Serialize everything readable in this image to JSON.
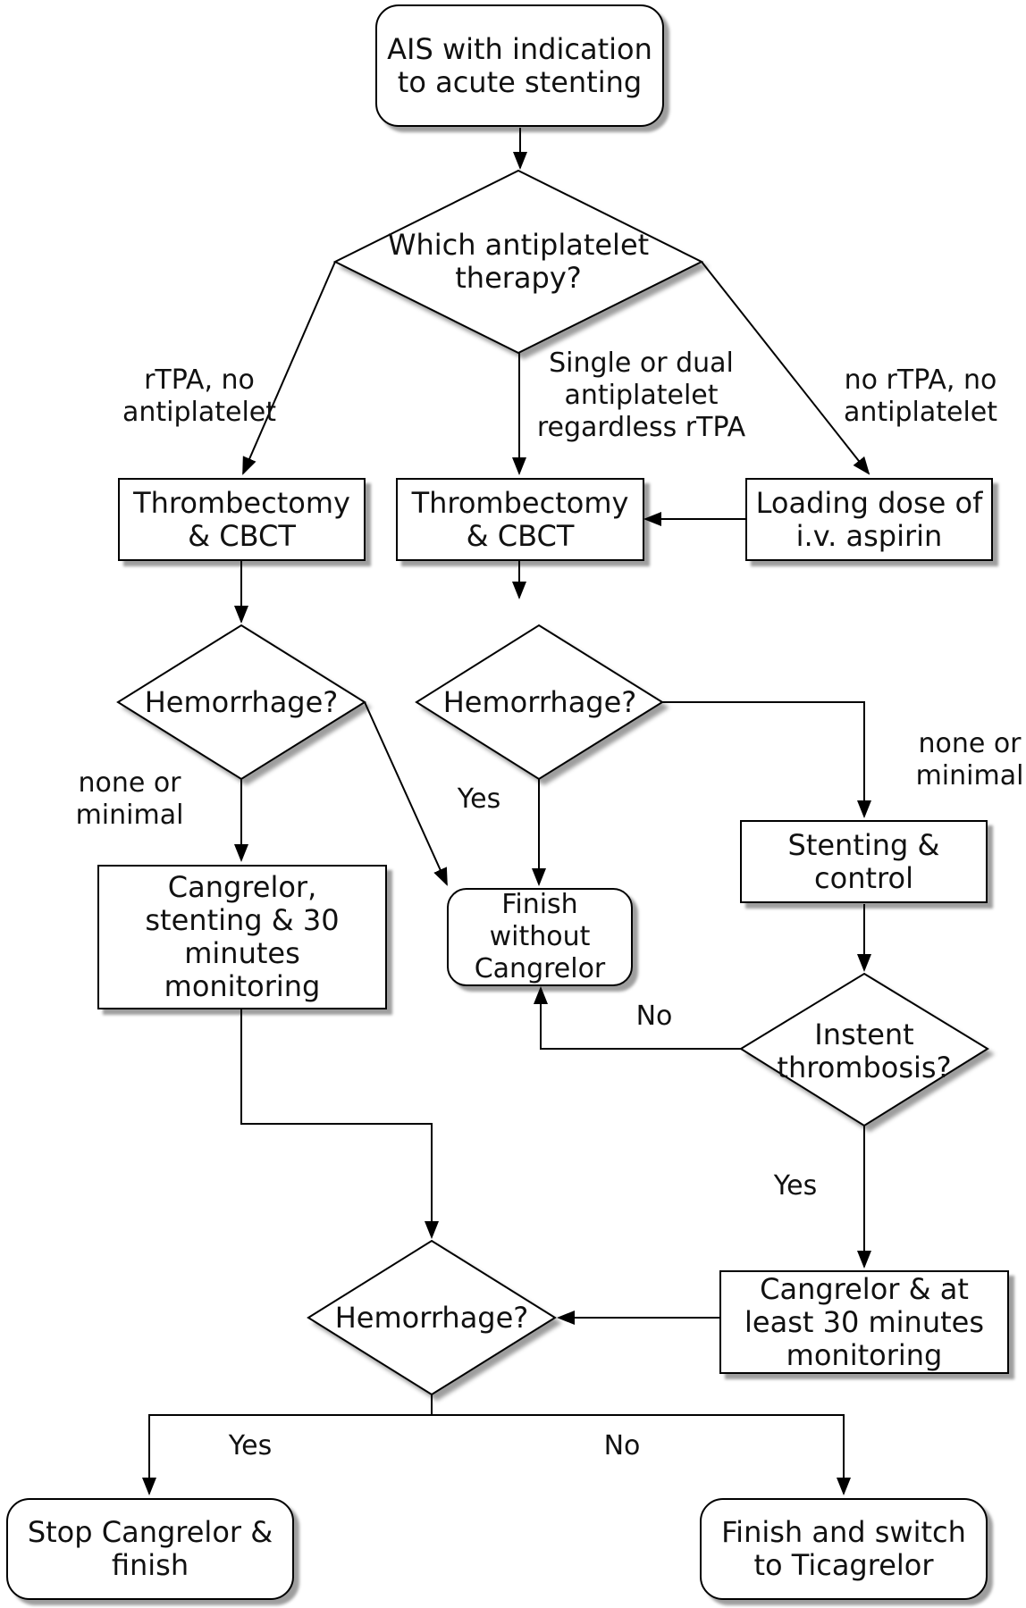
{
  "nodes": {
    "start": "AIS with indication\nto acute stenting",
    "which_therapy": "Which antiplatelet\ntherapy?",
    "thrombectomy_left": "Thrombectomy\n& CBCT",
    "thrombectomy_mid": "Thrombectomy\n& CBCT",
    "loading_dose": "Loading dose of\ni.v. aspirin",
    "hemorrhage_left": "Hemorrhage?",
    "hemorrhage_mid": "Hemorrhage?",
    "cangrelor_stenting": "Cangrelor,\nstenting & 30\nminutes\nmonitoring",
    "finish_without": "Finish without\nCangrelor",
    "stenting_control": "Stenting &\ncontrol",
    "instent_thrombosis": "Instent\nthrombosis?",
    "cangrelor_monitoring": "Cangrelor & at\nleast 30 minutes\nmonitoring",
    "hemorrhage_bottom": "Hemorrhage?",
    "stop_cangrelor": "Stop Cangrelor &\nfinish",
    "switch_ticagrelor": "Finish and switch\nto Ticagrelor"
  },
  "edge_labels": {
    "rtpa_no_antiplatelet": "rTPA, no\nantiplatelet",
    "single_or_dual": "Single or dual\nantiplatelet\nregardless rTPA",
    "no_rtpa_no_antiplatelet": "no rTPA, no\nantiplatelet",
    "none_or_minimal_left": "none or\nminimal",
    "yes_mid": "Yes",
    "none_or_minimal_right": "none or\nminimal",
    "no_instent": "No",
    "yes_instent": "Yes",
    "yes_bottom": "Yes",
    "no_bottom": "No"
  }
}
